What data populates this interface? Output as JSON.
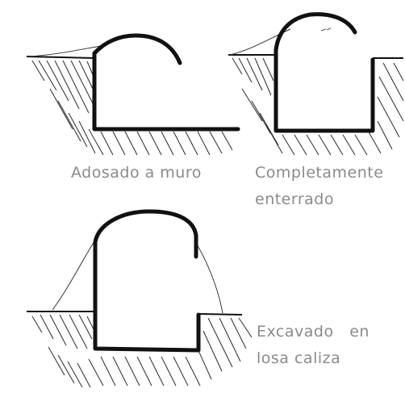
{
  "labels": {
    "adosado": "Adosado a muro",
    "completamente": "Completamente",
    "enterrado": "enterrado",
    "excavado": "Excavado   en",
    "losa": "losa caliza"
  },
  "colors": {
    "ink": "#111111",
    "hatch": "#2a2a2a",
    "label": "#8a8a8a",
    "background": "#ffffff"
  }
}
